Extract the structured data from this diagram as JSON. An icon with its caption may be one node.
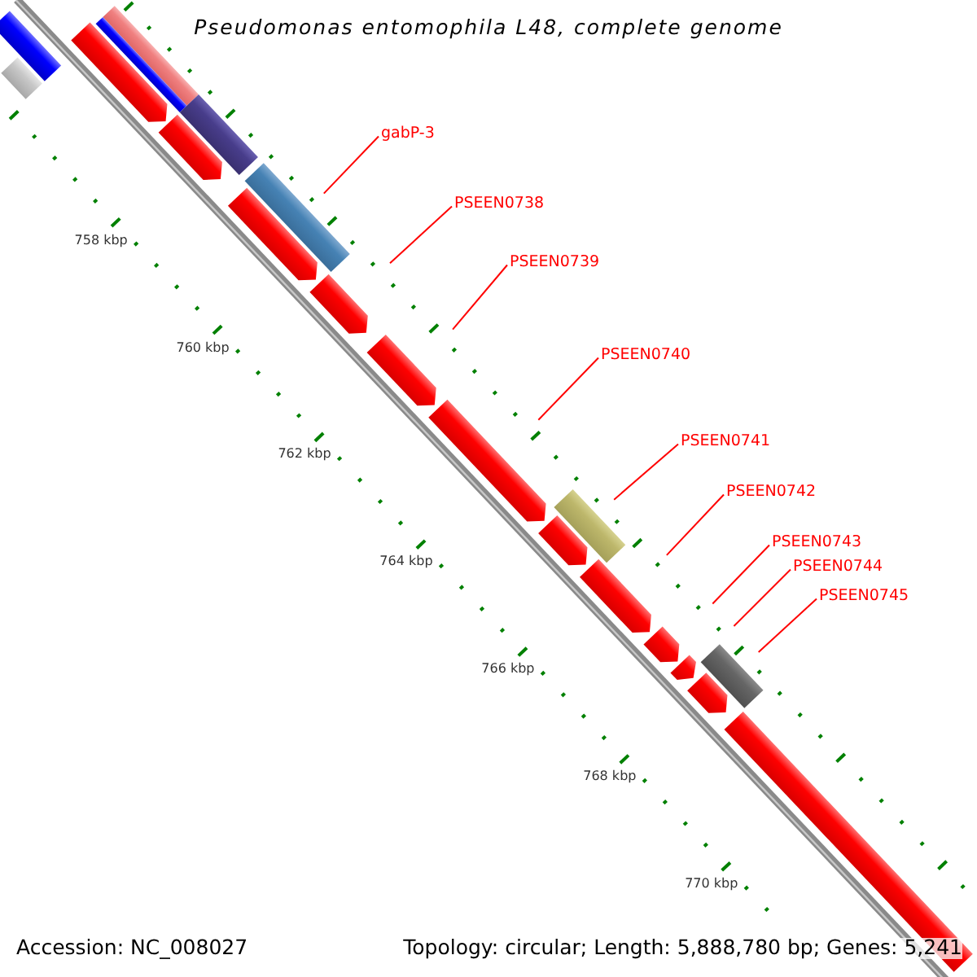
{
  "diagram": {
    "title": "Pseudomonas entomophila L48, complete genome",
    "nodes": [
      {
        "text": [
          "gabP-3"
        ]
      },
      {
        "text": [],
        "shape": "bar"
      },
      {
        "text": [
          "PSEEN0738"
        ]
      },
      {
        "text": [],
        "shape": "bar"
      },
      {
        "text": [
          "PSEEN0739"
        ]
      },
      {
        "text": [],
        "shape": "bar"
      },
      {
        "text": [
          "PSEEN0740"
        ]
      },
      {
        "text": [],
        "shape": "bar"
      },
      {
        "text": [
          "PSEEN0741"
        ]
      },
      {
        "text": [],
        "shape": "bar"
      },
      {
        "text": [
          "PSEEN0742"
        ]
      },
      {
        "text": [],
        "shape": "bar"
      },
      {
        "text": [
          "PSEEN0743"
        ]
      },
      {
        "text": [],
        "shape": "bar"
      },
      {
        "text": [
          "PSEEN0744"
        ]
      },
      {
        "text": [],
        "shape": "bar"
      },
      {
        "text": [
          "PSEEN0745"
        ]
      },
      {
        "text": [],
        "shape": "bar"
      }
    ],
    "edges": [
      {
        "from": 0,
        "to": 1,
        "arrow": "none"
      },
      {
        "from": 2,
        "to": 3,
        "arrow": "none"
      },
      {
        "from": 4,
        "to": 5,
        "arrow": "none"
      },
      {
        "from": 6,
        "to": 7,
        "arrow": "none"
      },
      {
        "from": 8,
        "to": 9,
        "arrow": "none"
      },
      {
        "from": 10,
        "to": 11,
        "arrow": "none"
      },
      {
        "from": 12,
        "to": 13,
        "arrow": "none"
      },
      {
        "from": 14,
        "to": 15,
        "arrow": "none"
      },
      {
        "from": 16,
        "to": 17,
        "arrow": "none"
      }
    ],
    "labels": [
      "758 kbp",
      "760 kbp",
      "762 kbp",
      "764 kbp",
      "766 kbp",
      "768 kbp",
      "770 kbp",
      "Accession: NC_008027",
      "Topology: circular; Length: 5,888,780 bp; Genes: 5,241"
    ]
  }
}
